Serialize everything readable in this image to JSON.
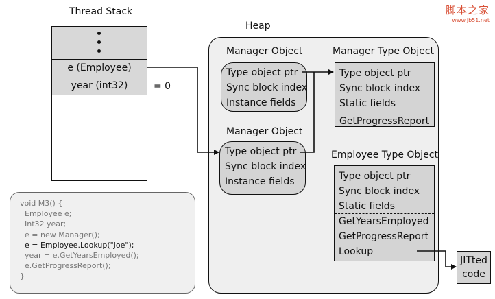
{
  "watermark": {
    "title": "脚本之家",
    "url": "www.jb51.net"
  },
  "thread_stack": {
    "title": "Thread Stack",
    "slots": [
      {
        "label": "e (Employee)"
      },
      {
        "label": "year (int32)",
        "value": "=   0"
      }
    ]
  },
  "heap": {
    "title": "Heap",
    "manager_object_1": {
      "title": "Manager Object",
      "fields": [
        "Type object ptr",
        "Sync block index",
        "Instance fields"
      ]
    },
    "manager_object_2": {
      "title": "Manager Object",
      "fields": [
        "Type object ptr",
        "Sync block index",
        "Instance fields"
      ]
    },
    "manager_type_object": {
      "title": "Manager Type Object",
      "fields": [
        "Type object ptr",
        "Sync block index",
        "Static fields"
      ],
      "methods": [
        "GetProgressReport"
      ]
    },
    "employee_type_object": {
      "title": "Employee Type Object",
      "fields": [
        "Type object ptr",
        "Sync block index",
        "Static fields"
      ],
      "methods": [
        "GetYearsEmployed",
        "GetProgressReport",
        "Lookup"
      ]
    }
  },
  "jitted_code": {
    "line1": "JITted",
    "line2": "code"
  },
  "code_listing": {
    "lines": [
      "void M3() {",
      "  Employee e;",
      "  Int32 year;",
      "  e = new Manager();",
      "  e = Employee.Lookup(\"Joe\");",
      "  year = e.GetYearsEmployed();",
      "  e.GetProgressReport();",
      "}"
    ],
    "highlighted_line": 4
  }
}
